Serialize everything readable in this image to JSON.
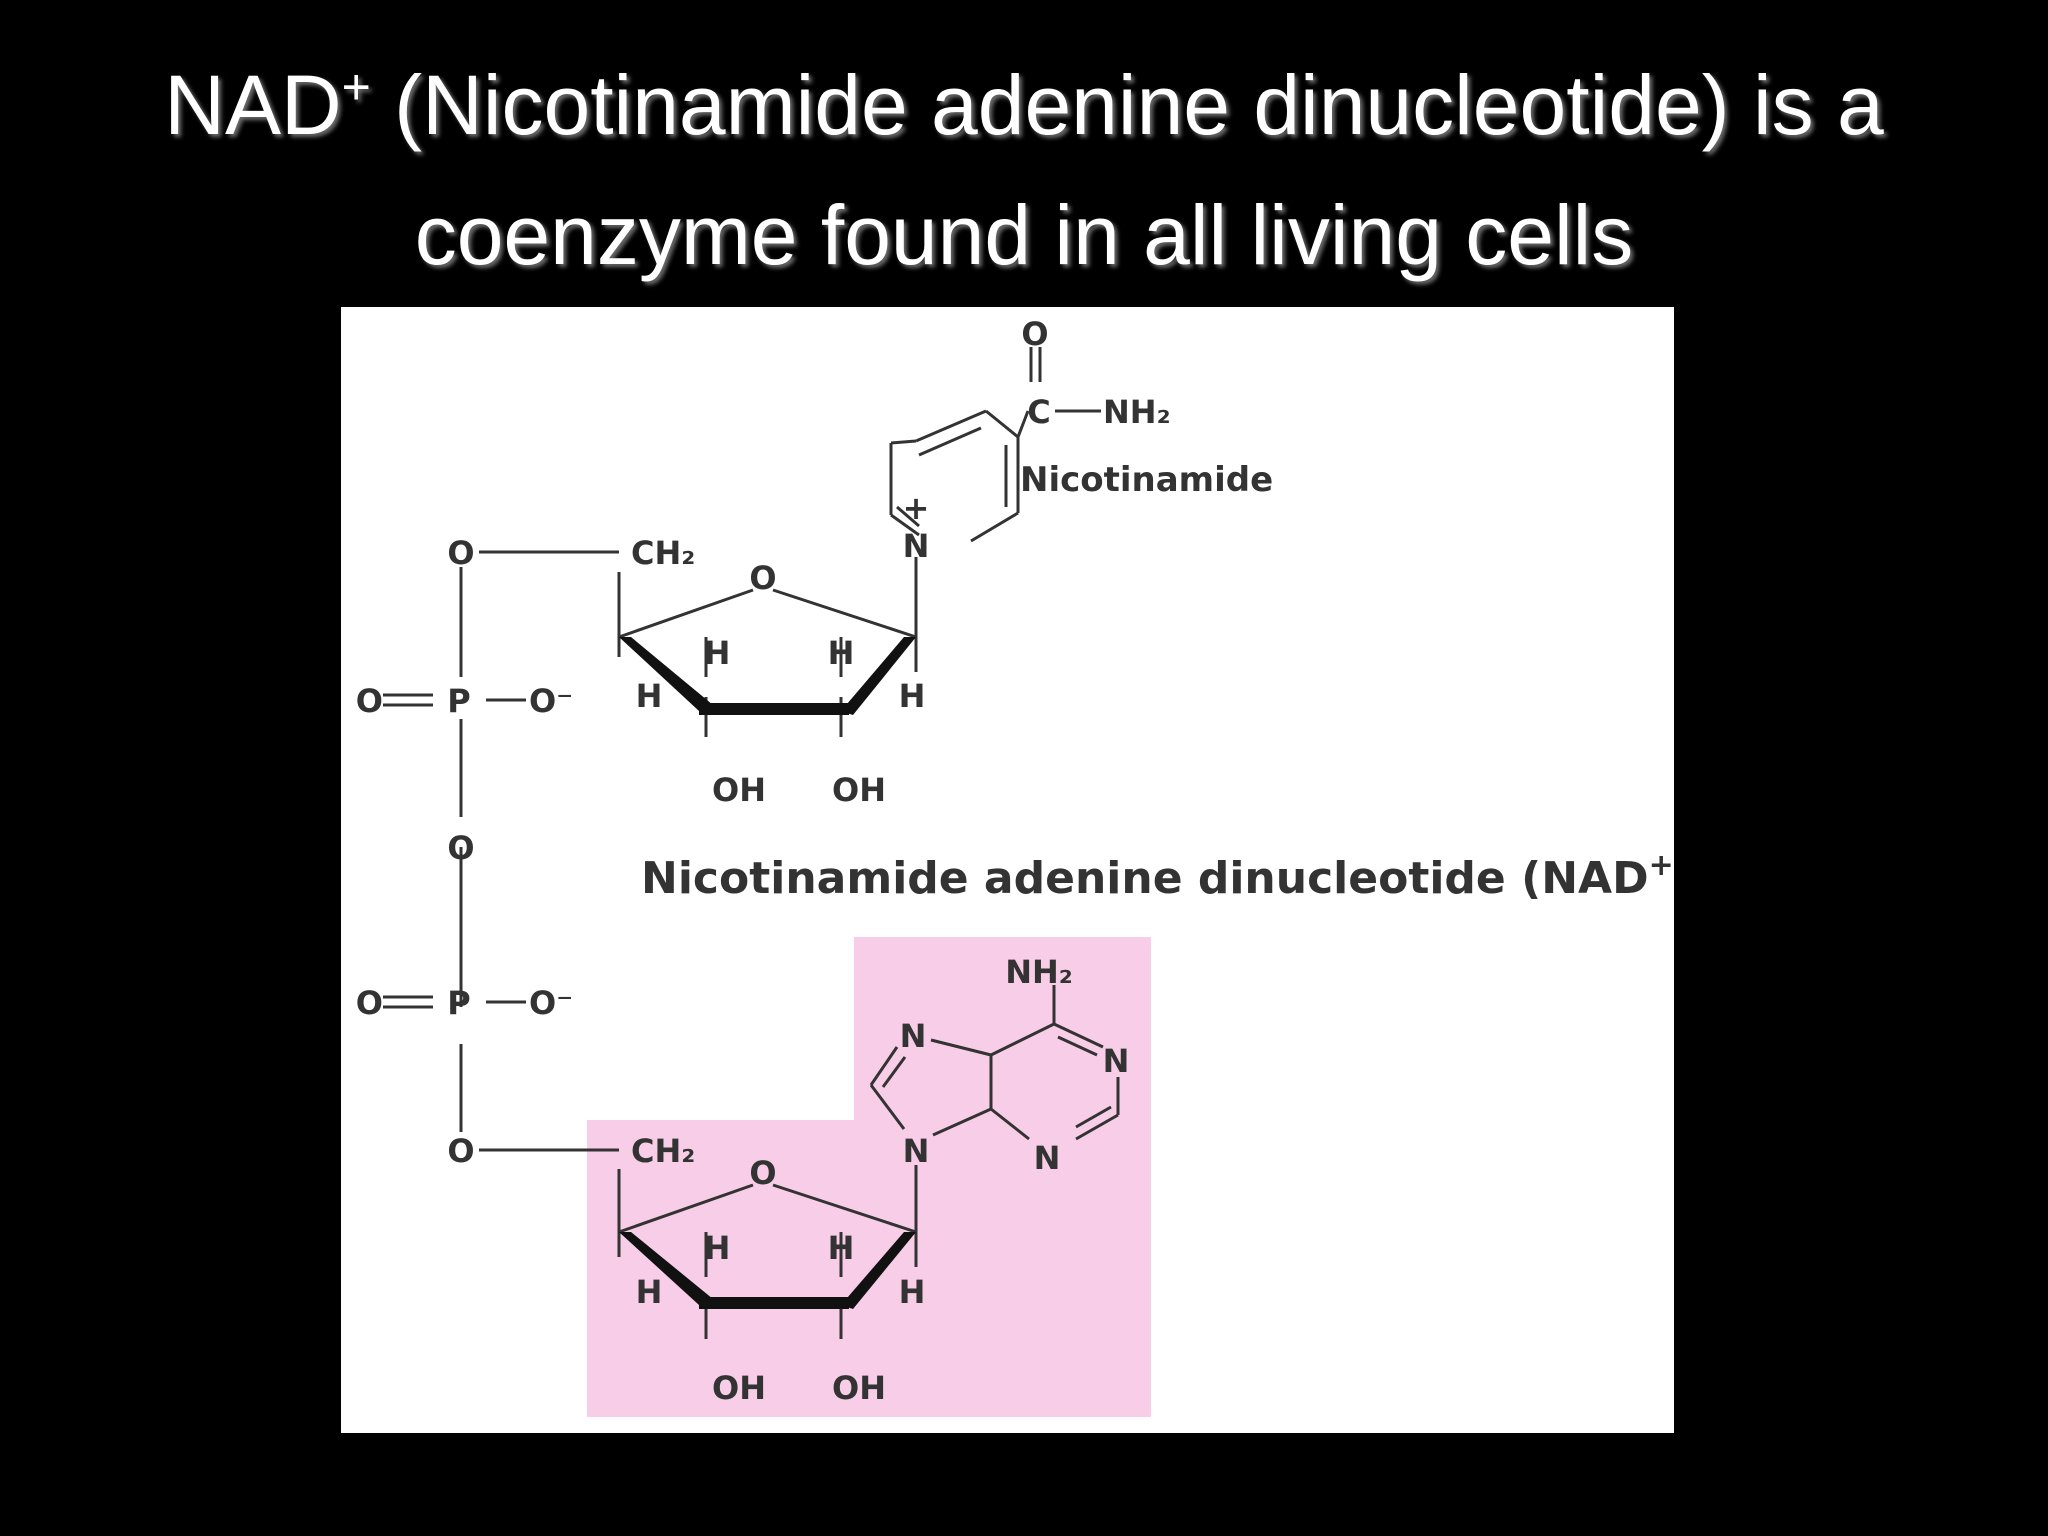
{
  "slide": {
    "title_line1_prefix": "NAD",
    "title_line1_sup": "+",
    "title_line1_rest": " (Nicotinamide adenine dinucleotide) is a",
    "title_line2": "coenzyme found in all living cells"
  },
  "figure": {
    "highlight_color": "#f8cde7",
    "nicotinamide_label": "Nicotinamide",
    "caption": "Nicotinamide adenine dinucleotide (NAD",
    "caption_sup": "+",
    "caption_close": ")",
    "atoms": {
      "carbonyl_o": "O",
      "c": "C",
      "nh2": "NH₂",
      "n_plus": "N",
      "plus": "+",
      "o": "O",
      "ch2": "CH₂",
      "h": "H",
      "oh": "OH",
      "p": "P",
      "o_minus": "O⁻",
      "double_o": "O",
      "n": "N"
    }
  }
}
